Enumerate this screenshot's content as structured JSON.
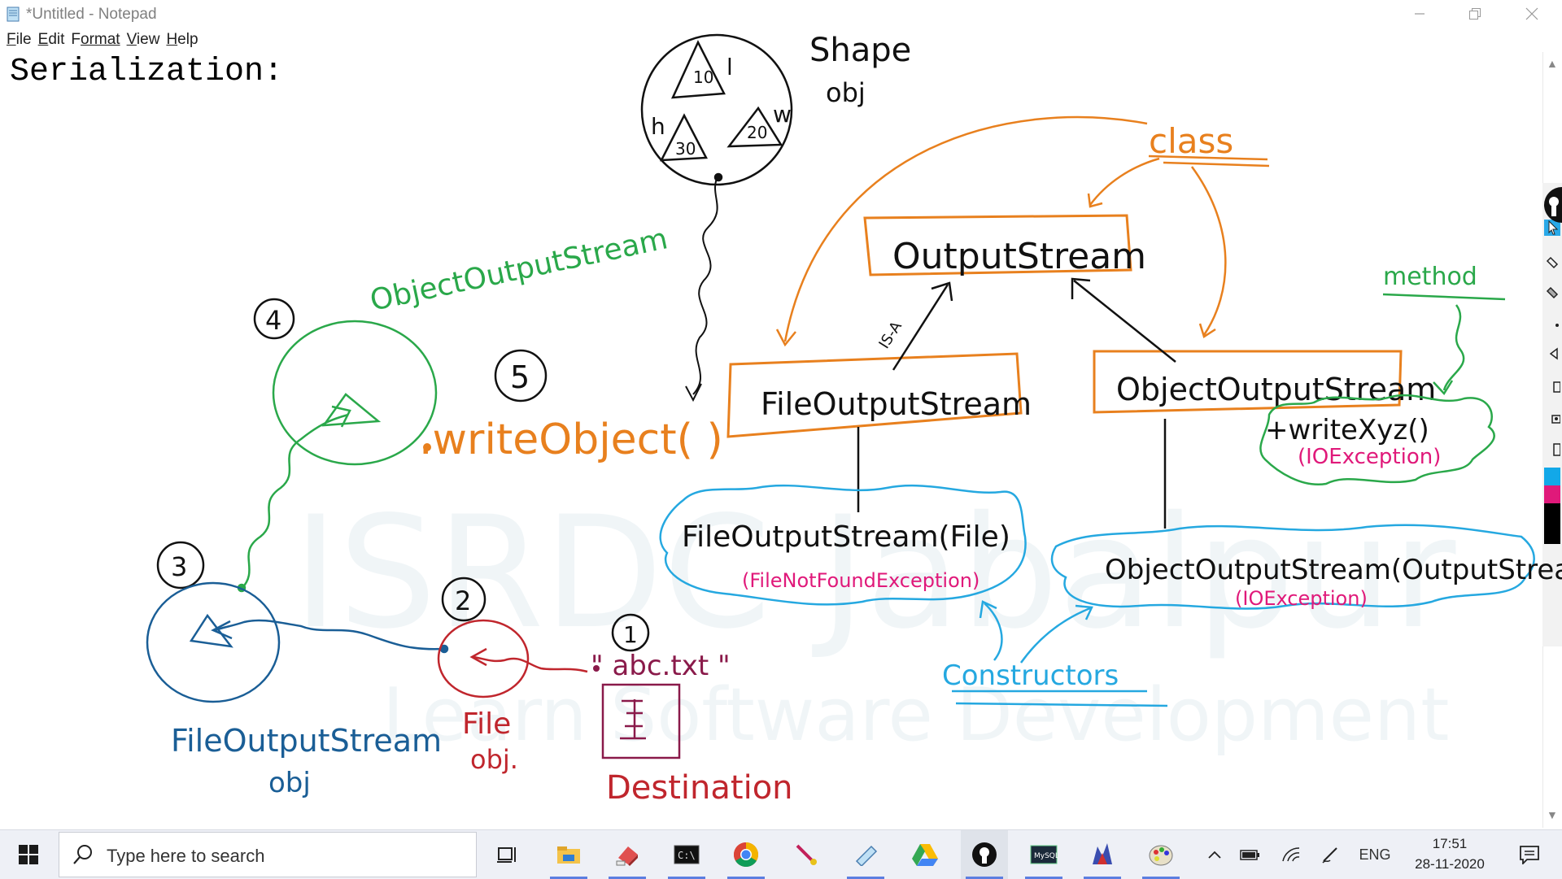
{
  "window": {
    "title": "*Untitled - Notepad"
  },
  "menu": [
    {
      "accel": "F",
      "rest": "ile"
    },
    {
      "accel": "E",
      "rest": "dit"
    },
    {
      "accel": "F",
      "rest": "ormat",
      "accel_first": true
    },
    {
      "accel": "V",
      "rest": "iew"
    },
    {
      "accel": "H",
      "rest": "elp"
    }
  ],
  "editor": {
    "text": "Serialization:"
  },
  "watermark": {
    "brand": "ISRDC Jabalpur",
    "tagline": "Learn Software Development"
  },
  "drawing": {
    "shape_label": "Shape",
    "shape_obj": "obj",
    "shape_values": [
      "10",
      "20",
      "30"
    ],
    "shape_letters": [
      "l",
      "w",
      "h"
    ],
    "class_label": "class",
    "method_label": "method",
    "constructors_label": "Constructors",
    "output_stream": "OutputStream",
    "file_output_stream": "FileOutputStream",
    "object_output_stream": "ObjectOutputStream",
    "is_a": "IS-A",
    "write_xyz": "+writeXyz()",
    "io_exception_method": "(IOException)",
    "fos_constructor": "FileOutputStream(File)",
    "fos_exception": "(FileNotFoundException)",
    "oos_constructor": "ObjectOutputStream(OutputStream)",
    "oos_exception": "(IOException)",
    "green_label": "ObjectOutputStream",
    "write_object": ".writeObject( )",
    "fos_obj_label": "FileOutputStream",
    "fos_obj_sub": "obj",
    "file_obj_label": "File",
    "file_obj_sub": "obj.",
    "abc_file": "\" abc.txt \"",
    "destination": "Destination",
    "steps": [
      "1",
      "2",
      "3",
      "4",
      "5"
    ]
  },
  "taskbar": {
    "search_placeholder": "Type here to search",
    "language": "ENG",
    "time": "17:51",
    "date": "28-11-2020"
  },
  "colors": {
    "orange": "#e8801e",
    "green": "#2aa84a",
    "blue": "#1a5e96",
    "red": "#c0262d",
    "cyan": "#25a8e0",
    "magenta": "#e0197a",
    "purple": "#8a1a4a",
    "black": "#111111"
  }
}
